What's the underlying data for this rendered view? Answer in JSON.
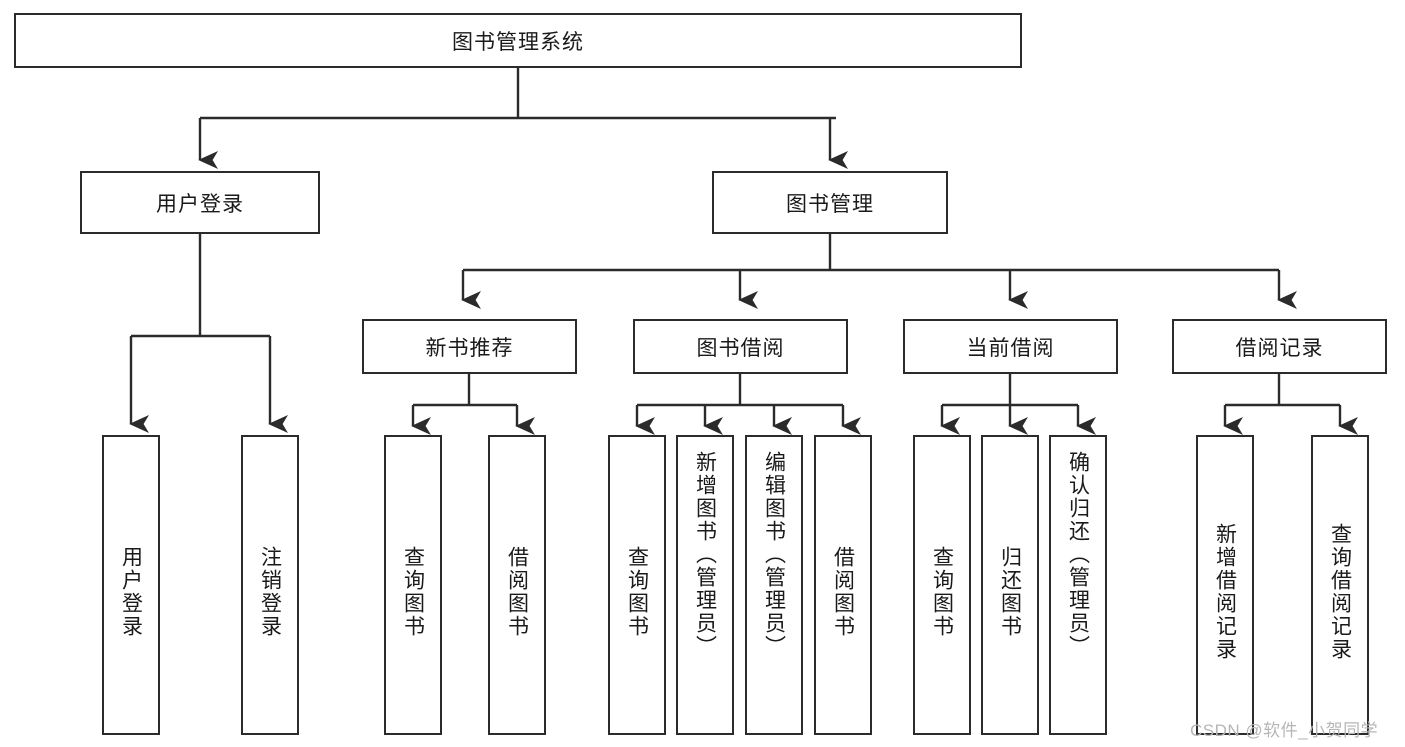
{
  "diagram": {
    "title": "图书管理系统",
    "type": "tree-hierarchy",
    "root": {
      "label": "图书管理系统"
    },
    "level2": [
      {
        "label": "用户登录"
      },
      {
        "label": "图书管理"
      }
    ],
    "level3": [
      {
        "label": "新书推荐"
      },
      {
        "label": "图书借阅"
      },
      {
        "label": "当前借阅"
      },
      {
        "label": "借阅记录"
      }
    ],
    "leaves": {
      "user_login": [
        {
          "label": "用户登录"
        },
        {
          "label": "注销登录"
        }
      ],
      "new_book_recommend": [
        {
          "label": "查询图书"
        },
        {
          "label": "借阅图书"
        }
      ],
      "book_borrow": [
        {
          "label": "查询图书"
        },
        {
          "label": "新增图书（管理员）"
        },
        {
          "label": "编辑图书（管理员）"
        },
        {
          "label": "借阅图书"
        }
      ],
      "current_borrow": [
        {
          "label": "查询图书"
        },
        {
          "label": "归还图书"
        },
        {
          "label": "确认归还（管理员）"
        }
      ],
      "borrow_record": [
        {
          "label": "新增借阅记录"
        },
        {
          "label": "查询借阅记录"
        }
      ]
    }
  },
  "watermark": {
    "text": "CSDN @软件_小贺同学"
  },
  "colors": {
    "stroke": "#2b2b2b",
    "background": "#ffffff",
    "text": "#1a1a1a",
    "watermark": "#b6b6b6"
  }
}
